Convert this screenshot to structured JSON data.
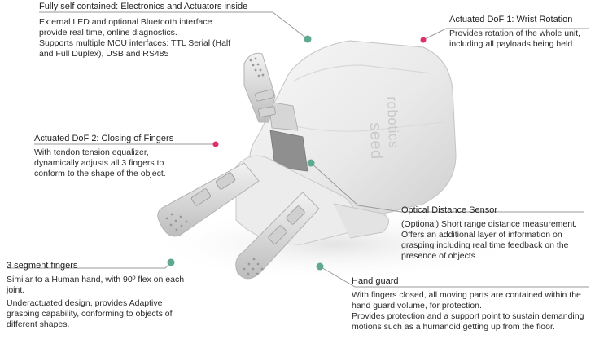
{
  "colors": {
    "teal": "#5fa892",
    "pink": "#e0306a",
    "line": "#9a9a9a"
  },
  "brand": {
    "line1": "robotics",
    "line2": "seed"
  },
  "annotations": {
    "self_contained": {
      "title": "Fully self contained: Electronics and Actuators inside",
      "p1": "External LED and optional Bluetooth interface provide real time, online diagnostics.",
      "p2": "Supports multiple MCU interfaces: TTL Serial (Half and Full Duplex), USB and RS485"
    },
    "wrist": {
      "title": "Actuated DoF 1: Wrist Rotation",
      "p1": "Provides rotation of the whole unit, including all payloads being held."
    },
    "closing": {
      "title": "Actuated DoF 2: Closing of Fingers",
      "p1_pre": "With ",
      "p1_link": "tendon tension equalizer,",
      "p1_post": " dynamically adjusts all 3 fingers to conform to the shape of the object."
    },
    "optical": {
      "title": "Optical Distance Sensor",
      "p1": "(Optional) Short range distance measurement. Offers an additional layer of information on grasping including real time feedback on the presence of objects."
    },
    "segment": {
      "title": "3 segment fingers",
      "p1": "Similar to a Human hand, with 90º flex on each joint.",
      "p2": "Underactuated design, provides Adaptive grasping capability, conforming to objects of different shapes."
    },
    "guard": {
      "title": "Hand guard",
      "p1": "With fingers closed, all moving parts are contained within the hand guard volume, for protection.",
      "p2": "Provides protection and a support point to sustain demanding motions such as a humanoid getting up from the floor."
    }
  }
}
